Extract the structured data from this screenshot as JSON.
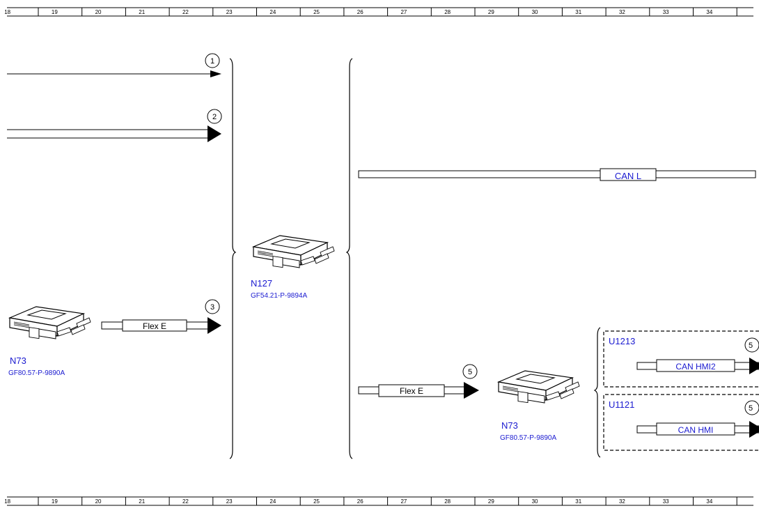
{
  "ruler": {
    "columns": [
      "18",
      "19",
      "20",
      "21",
      "22",
      "23",
      "24",
      "25",
      "26",
      "27",
      "28",
      "29",
      "30",
      "31",
      "32",
      "33",
      "34"
    ]
  },
  "markers": {
    "m1": "1",
    "m2": "2",
    "m3": "3",
    "m5a": "5",
    "m5b": "5",
    "m5c": "5"
  },
  "buses": {
    "can_l": "CAN L",
    "flex_e_left": "Flex E",
    "flex_e_right": "Flex E",
    "can_hmi2": "CAN HMI2",
    "can_hmi": "CAN HMI"
  },
  "modules": {
    "n127": {
      "name": "N127",
      "ref": "GF54.21-P-9894A"
    },
    "n73_left": {
      "name": "N73",
      "ref": "GF80.57-P-9890A"
    },
    "n73_right": {
      "name": "N73",
      "ref": "GF80.57-P-9890A"
    }
  },
  "groups": {
    "u1213": "U1213",
    "u1121": "U1121"
  },
  "colors": {
    "label_blue": "#1a1ad0",
    "line": "#000000"
  }
}
